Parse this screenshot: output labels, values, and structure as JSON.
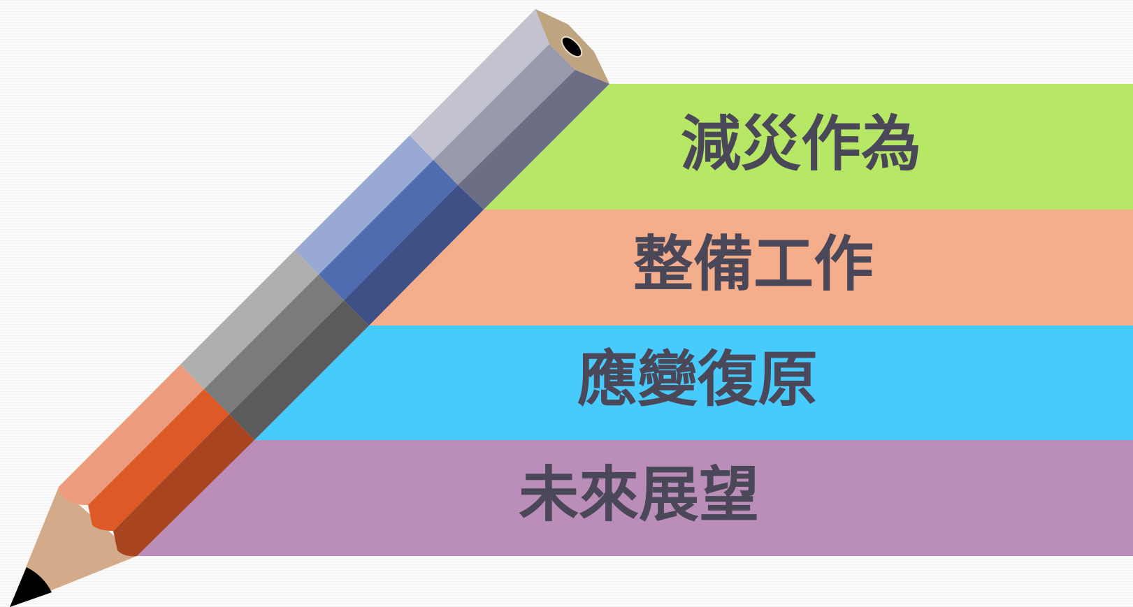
{
  "bands": [
    {
      "label": "減災作為",
      "color": "#b6e765"
    },
    {
      "label": "整備工作",
      "color": "#f5ae8b"
    },
    {
      "label": "應變復原",
      "color": "#47cbfd"
    },
    {
      "label": "未來展望",
      "color": "#bb8db9"
    }
  ],
  "pencil": {
    "segments": [
      {
        "name": "gray",
        "colors": [
          "#c2c3cf",
          "#9899aa",
          "#6c6e86"
        ]
      },
      {
        "name": "blue",
        "colors": [
          "#98aad3",
          "#506cb0",
          "#3e5086"
        ]
      },
      {
        "name": "silver",
        "colors": [
          "#afafaf",
          "#7b7b7b",
          "#5b5b5b"
        ]
      },
      {
        "name": "orange",
        "colors": [
          "#ec9c7d",
          "#dd5a26",
          "#a84420"
        ]
      }
    ],
    "wood_color": "#d4ab8a",
    "eraser_color": "#bfa480",
    "lead_color": "#000000"
  }
}
